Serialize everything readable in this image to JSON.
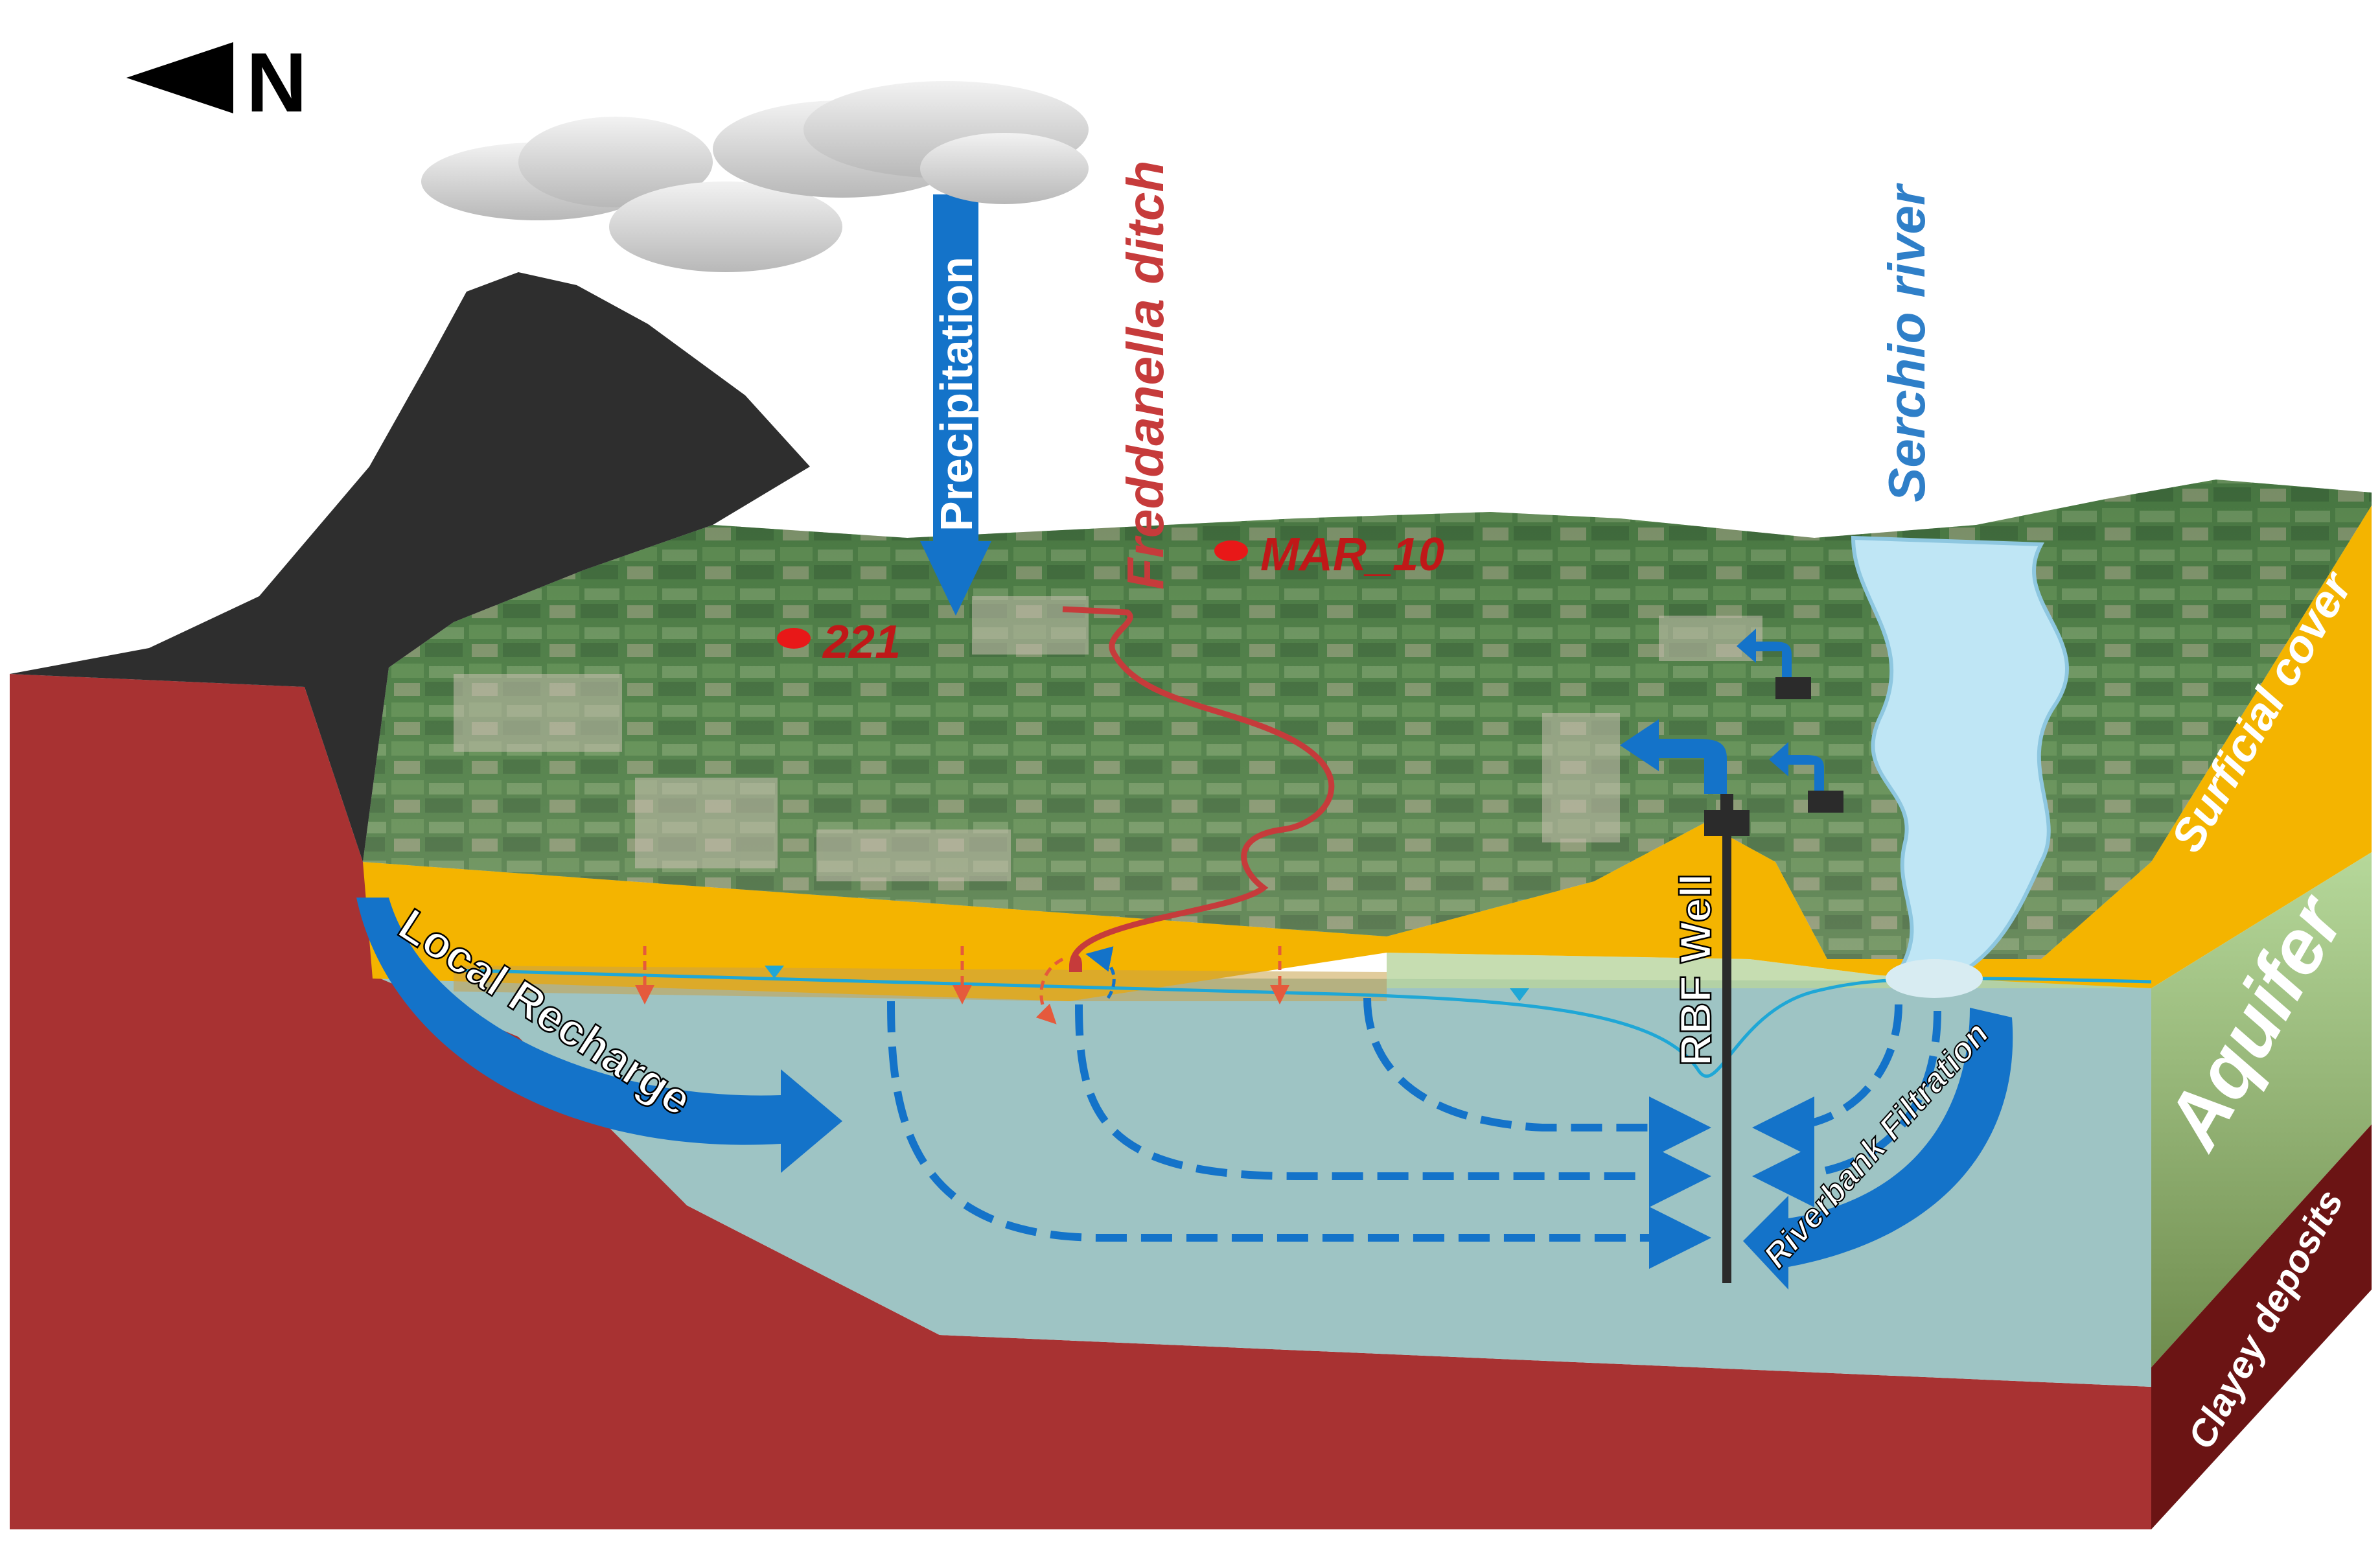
{
  "compass": {
    "letter": "N",
    "icon": "north-arrow-icon"
  },
  "labels": {
    "precipitation": "Precipitation",
    "freddanella_ditch": "Freddanella ditch",
    "serchio_river": "Serchio river",
    "well_mar10": "MAR_10",
    "well_221": "221",
    "rbf_well": "RBF Well",
    "local_recharge": "Local Recharge",
    "riverbank_filtration": "Riverbank Filtration",
    "surficial_cover": "Surficial cover",
    "aquifer": "Aquifer",
    "clayey_deposits": "Clayey deposits"
  },
  "colors": {
    "bedrock": "#a83232",
    "bedrock_dark": "#6b1414",
    "mountain": "#2e2e2e",
    "aquifer": "#9ec4c4",
    "aquifer_side": "#a9cf8f",
    "surficial_cover": "#f4b400",
    "flow_blue": "#1473c9",
    "label_red": "#c01818",
    "river": "#bfe6f5",
    "terrain": "#3f6b35"
  },
  "icons": [
    "cloud-icon",
    "pump-icon",
    "water-table-marker-icon"
  ]
}
